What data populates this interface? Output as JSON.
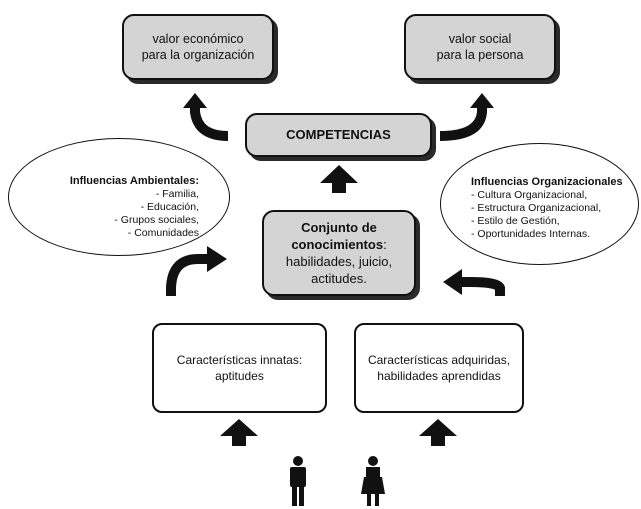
{
  "top_left_box": {
    "line1": "valor económico",
    "line2": "para la organización"
  },
  "top_right_box": {
    "line1": "valor social",
    "line2": "para la persona"
  },
  "competencias": {
    "label": "COMPETENCIAS"
  },
  "conjunto": {
    "title_line1": "Conjunto de",
    "title_line2": "conocimientos",
    "title_suffix": ":",
    "line3": "habilidades, juicio,",
    "line4": "actitudes."
  },
  "influencias_ambientales": {
    "title": "Influencias Ambientales:",
    "items": [
      "- Familia,",
      "- Educación,",
      "- Grupos sociales,",
      "- Comunidades"
    ]
  },
  "influencias_organizacionales": {
    "title": "Influencias Organizacionales",
    "items": [
      "- Cultura Organizacional,",
      "- Estructura Organizacional,",
      "- Estilo de Gestión,",
      "- Oportunidades Internas."
    ]
  },
  "caracteristicas_innatas": {
    "line1": "Características innatas:",
    "line2": "aptitudes"
  },
  "caracteristicas_adquiridas": {
    "line1": "Características adquiridas,",
    "line2": "habilidades aprendidas"
  },
  "icons": [
    "arrow-up-icon",
    "curved-arrow-icon",
    "man-icon",
    "woman-icon"
  ],
  "colors": {
    "box_fill": "#d4d4d4",
    "stroke": "#111111"
  }
}
